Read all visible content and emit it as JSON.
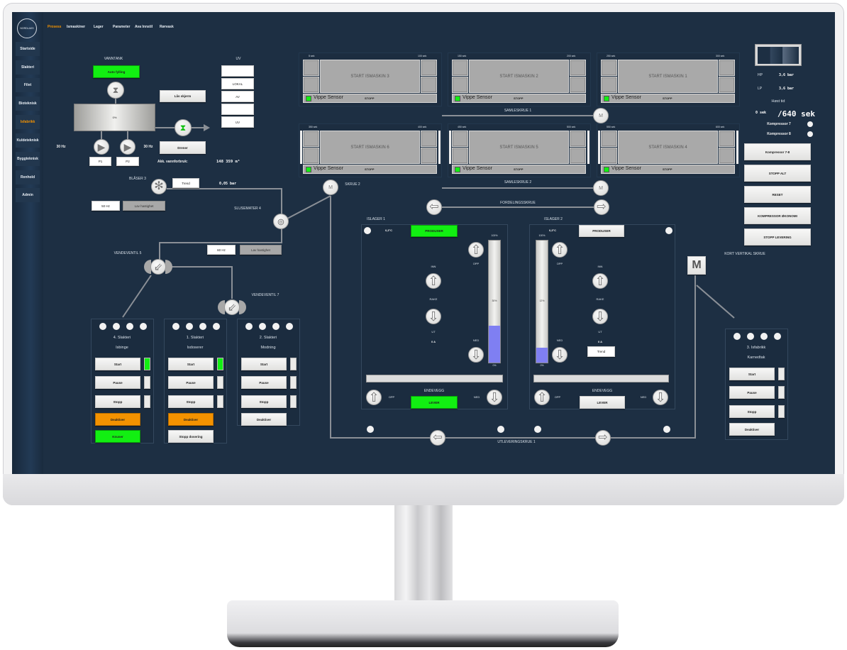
{
  "nav": {
    "logo": "NORDLAKS",
    "tabs": [
      "Prosess",
      "Ismaskiner",
      "Lager",
      "Parameter",
      "Ava Innstil",
      "Rørvask"
    ],
    "active_tab": "Prosess"
  },
  "sidebar": {
    "items": [
      "Startside",
      "Slakteri",
      "Filet",
      "Bioteknisk",
      "Isfabrikk",
      "Kuldeteknisk",
      "Byggteknisk",
      "Renhold",
      "Admin"
    ],
    "active_item": "Isfabrikk"
  },
  "vanntank": {
    "title": "VANNTANK",
    "autofill": "Auto fylling",
    "tank_level": "0%",
    "p1_freq": "30 Hz",
    "p2_freq": "30 Hz",
    "p1": "P1",
    "p2": "P2",
    "lock": "Lås skjerm",
    "drain": "Drener",
    "consumption_label": "Akk. vannforbruk:",
    "consumption": "148 359 m³"
  },
  "uv": {
    "title": "UV",
    "buttons": [
      "",
      "LOKAL",
      "AV",
      "",
      "UV"
    ]
  },
  "blaser": {
    "title": "BLÅSER 3",
    "trend": "Trend",
    "pressure": "0,05 bar",
    "freq": "50 Hz",
    "speed": "Lav hastighet"
  },
  "slusemater": {
    "title": "SLUSEMATER 4",
    "freq": "60 Hz",
    "speed": "Lav hastighet"
  },
  "valves": {
    "v5": "VENDEVENTIL 5",
    "v7": "VENDEVENTIL 7"
  },
  "ismaskiner": [
    {
      "name": "START ISMASKIN 3",
      "t_start": "5 sek",
      "t_end": "100 sek",
      "sensor": "Vippe Sensor",
      "stop": "STOPP",
      "sensor_on": true
    },
    {
      "name": "START ISMASKIN 2",
      "t_start": "150 sek",
      "t_end": "200 sek",
      "sensor": "Vippe Sensor",
      "stop": "STOPP",
      "sensor_on": true
    },
    {
      "name": "START ISMASKIN 1",
      "t_start": "250 sek",
      "t_end": "300 sek",
      "sensor": "Vippe Sensor",
      "stop": "STOPP",
      "sensor_on": true
    },
    {
      "name": "START ISMASKIN 6",
      "t_start": "350 sek",
      "t_end": "400 sek",
      "sensor": "Vippe Sensor",
      "stop": "STOPP",
      "sensor_on": true
    },
    {
      "name": "START ISMASKIN 5",
      "t_start": "450 sek",
      "t_end": "500 sek",
      "sensor": "Vippe Sensor",
      "stop": "STOPP",
      "sensor_on": true
    },
    {
      "name": "START ISMASKIN 4",
      "t_start": "550 sek",
      "t_end": "600 sek",
      "sensor": "Vippe Sensor",
      "stop": "STOPP",
      "sensor_on": true
    }
  ],
  "screws": {
    "samle1": "SAMLESKRUE 1",
    "samle2": "SAMLESKRUE 2",
    "skrue2": "SKRUE 2",
    "fordeling": "FORDELINGSSKRUE",
    "utlevering": "UTLEVERINGSKRUE 1",
    "kort": "KORT VERTIKAL SKRUE",
    "motor": "M"
  },
  "islager": [
    {
      "title": "ISLAGER 1",
      "temp": "0,3°C",
      "produce": "PRODUSER",
      "produce_active": true,
      "level_pct": 30,
      "level_label": "30%",
      "max": "100%",
      "min": "0%",
      "opp": "OPP",
      "ned": "NED",
      "inn": "INN",
      "rake": "RAKE",
      "ut": "UT",
      "current": "0 A",
      "endwall": "ENDEVEGG",
      "endwall_opp": "OPP",
      "endwall_ned": "NED",
      "deliver": "LEVER",
      "deliver_active": true
    },
    {
      "title": "ISLAGER 2",
      "temp": "0,3°C",
      "produce": "PRODUSER",
      "produce_active": false,
      "level_pct": 12,
      "level_label": "12%",
      "max": "100%",
      "min": "0%",
      "opp": "OPP",
      "ned": "NED",
      "inn": "INN",
      "rake": "RAKE",
      "ut": "UT",
      "current": "0 A",
      "trend": "Trend",
      "endwall": "ENDEVEGG",
      "endwall_opp": "OPP",
      "endwall_ned": "NED",
      "deliver": "LEVER",
      "deliver_active": false
    }
  ],
  "slakteri": [
    {
      "title": "4. Slakteri",
      "subtitle": "Isbinge",
      "buttons": [
        "Start",
        "Pause",
        "Stopp"
      ],
      "indicators": [
        true,
        false,
        false
      ],
      "deactivate": "Deaktiver",
      "deactivate_state": "orange",
      "extra": "Knuser",
      "extra_state": "green"
    },
    {
      "title": "1. Slakteri",
      "subtitle": "Isdoserer",
      "buttons": [
        "Start",
        "Pause",
        "Stopp"
      ],
      "indicators": [
        true,
        false,
        false
      ],
      "deactivate": "Deaktiver",
      "deactivate_state": "orange",
      "extra": "Stopp dosering",
      "extra_state": "normal"
    },
    {
      "title": "2. Slakteri",
      "subtitle": "Modning",
      "buttons": [
        "Start",
        "Pause",
        "Stopp"
      ],
      "indicators": [
        false,
        false,
        false
      ],
      "deactivate": "Deaktiver",
      "deactivate_state": "normal"
    },
    {
      "title": "3. Isfabrikk",
      "subtitle": "Karnedtak",
      "buttons": [
        "Start",
        "Pause",
        "Stopp"
      ],
      "indicators": [
        false,
        false,
        false
      ],
      "deactivate": "Deaktiver",
      "deactivate_state": "normal"
    }
  ],
  "right": {
    "hp_label": "HP",
    "hp": "3,6 bar",
    "lp_label": "LP",
    "lp": "3,6 bar",
    "harvest_label": "Høst tid",
    "harvest_elapsed": "0 sek",
    "harvest_total": "/640 sek",
    "compressors": [
      {
        "label": "Kompressor 7",
        "on": false
      },
      {
        "label": "Kompressor 8",
        "on": false
      }
    ],
    "buttons": [
      "Kompressor 7-8",
      "STOPP ALT",
      "RESET",
      "KOMPRESSOR ØKONOMI",
      "STOPP LEVERING"
    ]
  },
  "colors": {
    "background": "#1d2f43",
    "active": "#12ef12",
    "warning": "#f39200",
    "level": "#7f7ff2",
    "nav_active": "#f39200"
  }
}
